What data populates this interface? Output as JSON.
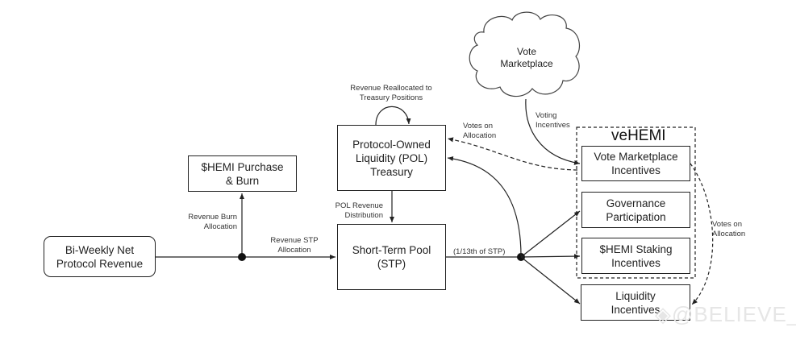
{
  "nodes": {
    "revenue": "Bi-Weekly Net\nProtocol Revenue",
    "burn": "$HEMI Purchase\n& Burn",
    "pol": "Protocol-Owned\nLiquidity (POL)\nTreasury",
    "stp": "Short-Term Pool\n(STP)",
    "vote_marketplace": "Vote\nMarketplace",
    "vehemi_group": "veHEMI",
    "vote_incentives": "Vote Marketplace\nIncentives",
    "governance": "Governance\nParticipation",
    "staking": "$HEMI Staking\nIncentives",
    "liquidity": "Liquidity\nIncentives"
  },
  "edge_labels": {
    "burn_alloc": "Revenue Burn\nAllocation",
    "stp_alloc": "Revenue STP\nAllocation",
    "pol_dist": "POL Revenue\nDistribution",
    "reallocated": "Revenue Reallocated to\nTreasury Positions",
    "votes_pol": "Votes on\nAllocation",
    "voting_incentives": "Voting\nIncentives",
    "stp_share": "(1/13th of STP)",
    "votes_liquidity": "Votes on\nAllocation"
  },
  "watermark": "@BELIEVE_"
}
